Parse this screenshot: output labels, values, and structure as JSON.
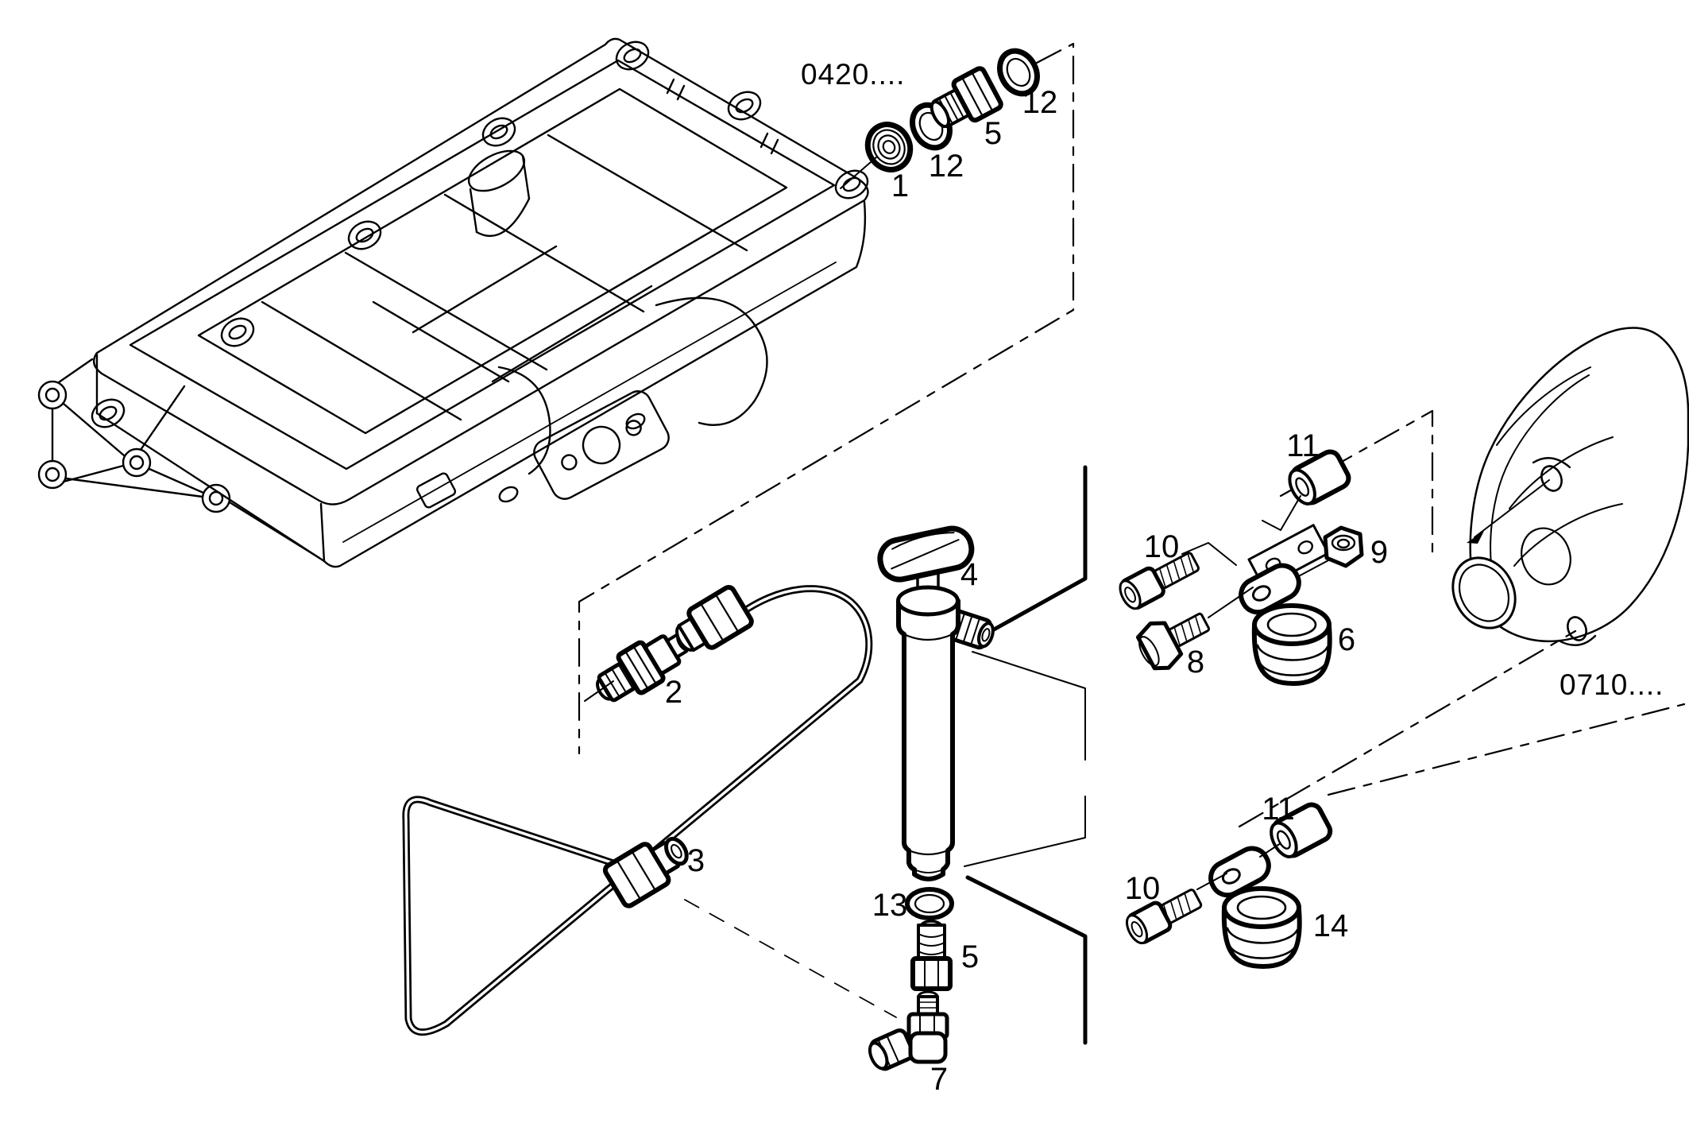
{
  "diagram": {
    "type": "exploded-parts-line-drawing",
    "background_color": "#ffffff",
    "line_color": "#000000",
    "section_references": [
      {
        "code": "0420....",
        "position": "top-center"
      },
      {
        "code": "0710....",
        "position": "right"
      }
    ],
    "part_callout_numbers": [
      "1",
      "2",
      "3",
      "4",
      "5",
      "6",
      "7",
      "8",
      "9",
      "10",
      "11",
      "12",
      "13",
      "14"
    ]
  },
  "labels": {
    "l1": "1",
    "l12a": "12",
    "l5a": "5",
    "l12b": "12",
    "l0420": "0420....",
    "l2": "2",
    "l3": "3",
    "l4": "4",
    "l13": "13",
    "l5b": "5",
    "l7": "7",
    "l11a": "11",
    "l10a": "10",
    "l9": "9",
    "l6": "6",
    "l8": "8",
    "l11b": "11",
    "l10b": "10",
    "l14": "14",
    "l0710": "0710...."
  }
}
